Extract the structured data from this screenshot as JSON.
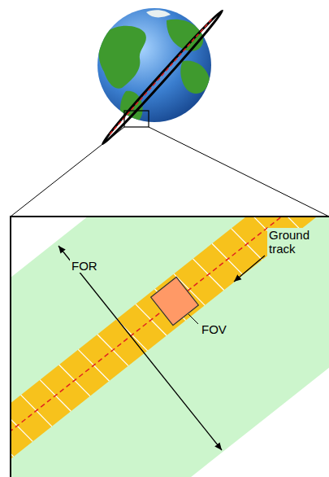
{
  "diagram": {
    "labels": [
      "FOR",
      "Ground track",
      "FOV"
    ]
  }
}
